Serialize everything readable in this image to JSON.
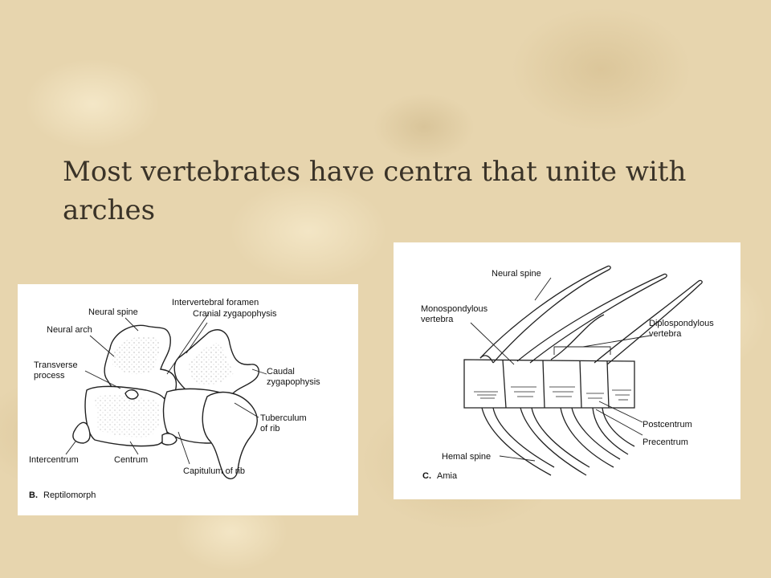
{
  "slide": {
    "title": "Most vertebrates have centra that unite with arches"
  },
  "diagram_b": {
    "caption_letter": "B.",
    "caption_text": "Reptilomorph",
    "labels": {
      "neural_spine": "Neural spine",
      "intervertebral_foramen": "Intervertebral foramen",
      "cranial_zygapophysis": "Cranial zygapophysis",
      "neural_arch": "Neural arch",
      "transverse_process_1": "Transverse",
      "transverse_process_2": "process",
      "caudal_zygapophysis_1": "Caudal",
      "caudal_zygapophysis_2": "zygapophysis",
      "tuberculum_1": "Tuberculum",
      "tuberculum_2": "of rib",
      "intercentrum": "Intercentrum",
      "centrum": "Centrum",
      "capitulum": "Capitulum of rib"
    }
  },
  "diagram_c": {
    "caption_letter": "C.",
    "caption_text": "Amia",
    "labels": {
      "neural_spine": "Neural spine",
      "monospondylous_1": "Monospondylous",
      "monospondylous_2": "vertebra",
      "diplospondylous_1": "Diplospondylous",
      "diplospondylous_2": "vertebra",
      "postcentrum": "Postcentrum",
      "precentrum": "Precentrum",
      "hemal_spine": "Hemal spine"
    }
  },
  "colors": {
    "background": "#e7d5ae",
    "title_text": "#3a3328",
    "panel_bg": "#ffffff",
    "ink": "#111111"
  }
}
